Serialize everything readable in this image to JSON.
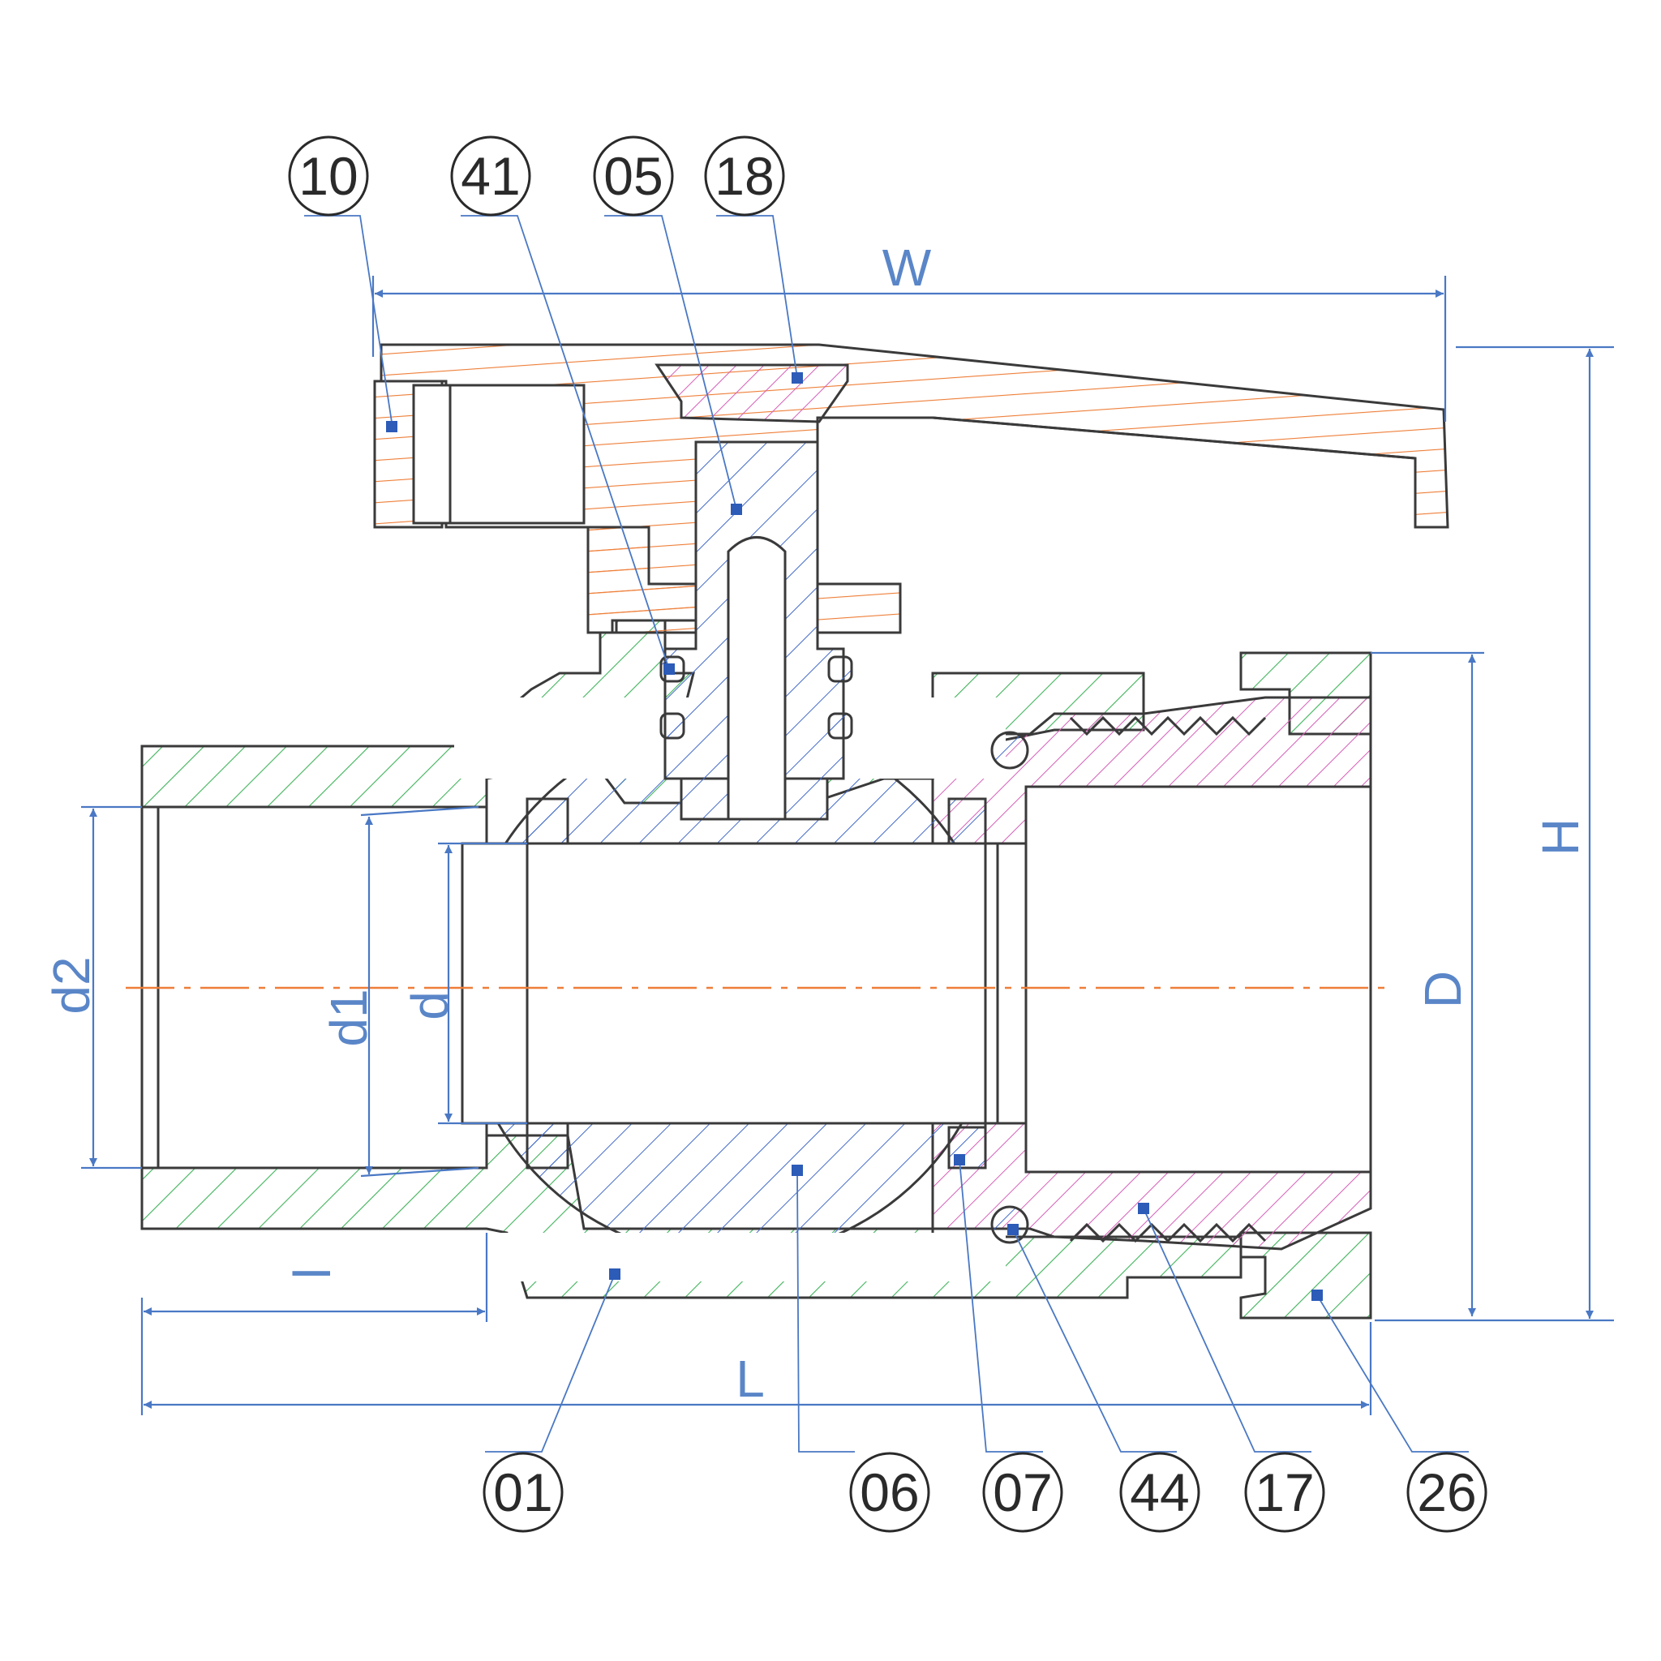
{
  "colors": {
    "body_hatch": "#3fb35a",
    "handle_hatch": "#ee7e38",
    "nut_hatch": "#d65fb8",
    "ball_stem_hatch": "#4169c8",
    "dimension": "#4a78c4",
    "centerline": "#ee7e38",
    "outline": "#3a3a3a"
  },
  "balloons": {
    "b10": "10",
    "b41": "41",
    "b05": "05",
    "b18": "18",
    "b01": "01",
    "b06": "06",
    "b07": "07",
    "b44": "44",
    "b17": "17",
    "b26": "26"
  },
  "dimensions": {
    "W": "W",
    "H": "H",
    "D": "D",
    "L": "L",
    "l": "l",
    "d": "d",
    "d1": "d1",
    "d2": "d2"
  }
}
